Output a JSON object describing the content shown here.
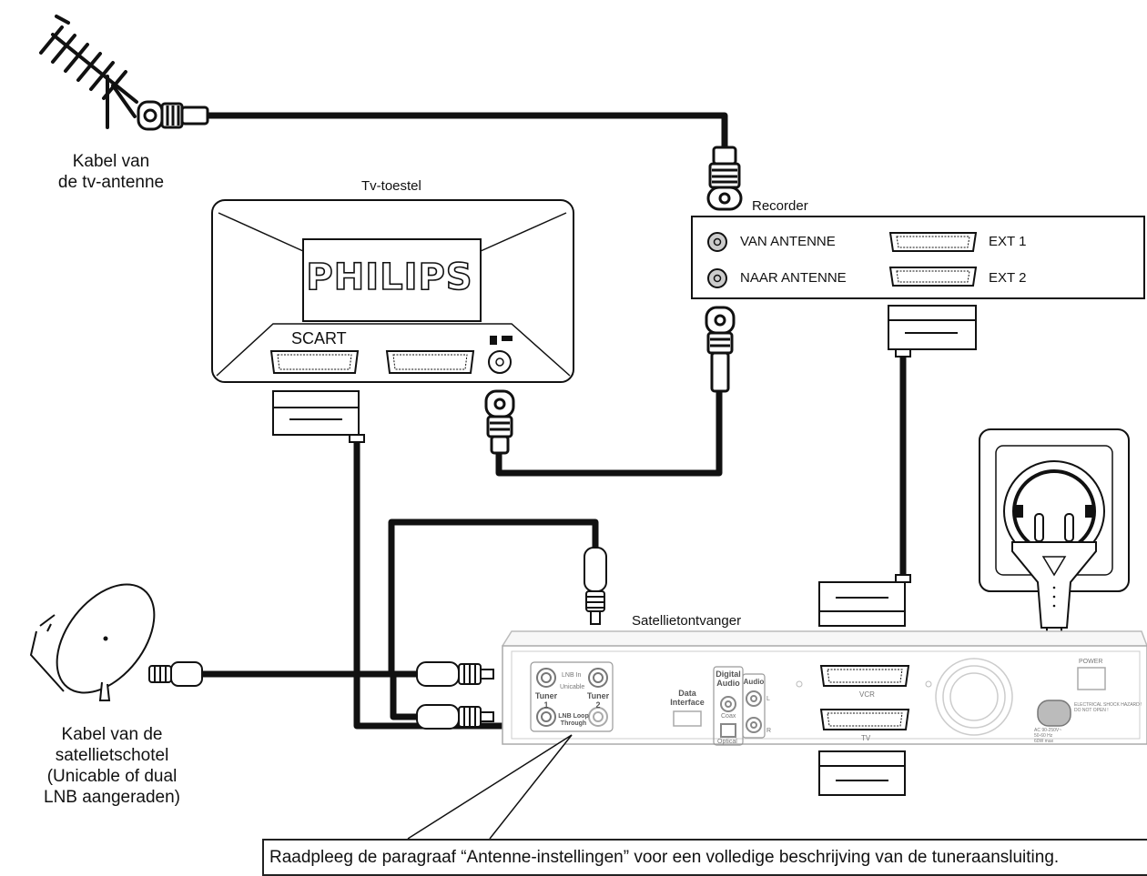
{
  "labels": {
    "antenna_cable": [
      "Kabel van",
      "de tv-antenne"
    ],
    "tv_title": "Tv-toestel",
    "tv_brand": "PHILIPS",
    "tv_scart": "SCART",
    "recorder_title": "Recorder",
    "recorder_from_antenna": "VAN ANTENNE",
    "recorder_to_antenna": "NAAR ANTENNE",
    "recorder_ext1": "EXT 1",
    "recorder_ext2": "EXT 2",
    "receiver_title": "Satellietontvanger",
    "dish_cable": [
      "Kabel van de",
      "satellietschotel",
      "(Unicable of dual",
      "LNB aangeraden)"
    ],
    "note": "Raadpleeg de paragraaf “Antenne-instellingen” voor een volledige beschrijving van de tuneraansluiting."
  },
  "receiver_panel": {
    "lnb_in": "LNB In",
    "tuner1": "Tuner",
    "tuner1_num": "1",
    "tuner2": "Tuner",
    "tuner2_num": "2",
    "lnb_loop": "LNB Loop",
    "lnb_through": "Through",
    "digital_audio": "Digital",
    "digital_audio2": "Audio",
    "coax": "Coax",
    "optical": "Optical",
    "data_interface": "Data",
    "data_interface2": "Interface",
    "audio": "Audio",
    "audio_l": "L",
    "audio_r": "R",
    "vcr": "VCR",
    "tv": "TV",
    "power": "POWER",
    "unicable": "Unicable",
    "warning1": "ELECTRICAL SHOCK HAZARD !",
    "warning2": "DO NOT OPEN !",
    "ac1": "AC 90-250V~",
    "ac2": "50-60 Hz",
    "ac3": "60W max"
  }
}
